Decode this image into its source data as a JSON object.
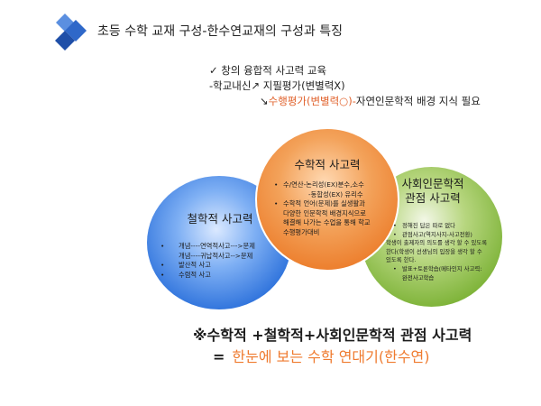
{
  "header": {
    "title": "초등 수학 교재 구성-한수연교재의 구성과 특징"
  },
  "notes": {
    "line1": "✓  창의 융합적 사고력 교육",
    "line2": "-학교내신↗  지필평가(변별력X)",
    "line3_prefix": "↘",
    "line3_highlight": "수행평가(변별력○)-",
    "line3_rest": "자연인문학적  배경 지식 필요"
  },
  "circles": {
    "math": {
      "title": "수학적 사고력",
      "items": [
        {
          "bullet": "•",
          "text": "수/연산-논리성(EX)분수,소수"
        },
        {
          "bullet": "",
          "text": "-동합성(EX) 유리수"
        },
        {
          "bullet": "•",
          "text": "수학적 언어(문제)를 실생활과"
        },
        {
          "bullet": "",
          "text": "다양한 인문학적 배경지식으로"
        },
        {
          "bullet": "",
          "text": "해결해 나가는 수업을 통해 학교"
        },
        {
          "bullet": "",
          "text": "수행평가대비"
        }
      ]
    },
    "philosophy": {
      "title": "철학적 사고력",
      "items": [
        {
          "bullet": "•",
          "text": "개념----연역적사고--->문제"
        },
        {
          "bullet": "",
          "text": "개념----귀납적사고-->문제"
        },
        {
          "bullet": "•",
          "text": "발산적 사고"
        },
        {
          "bullet": "•",
          "text": "수렴적 사고"
        }
      ]
    },
    "humanities": {
      "title_line1": "사회인문학적",
      "title_line2": "관점 사고력",
      "items": [
        {
          "bullet": "•",
          "text": "정해진 답은 따로 없다"
        },
        {
          "bullet": "•",
          "text": "관점사고(역지사지-사고전환)"
        },
        {
          "bullet": "",
          "text": "학생이 출제자의 의도를 생각 할 수 있도록"
        },
        {
          "bullet": "",
          "text": "한다(학생이 선생님의 입장을 생각 할 수"
        },
        {
          "bullet": "",
          "text": "있도록 한다."
        },
        {
          "bullet": "•",
          "text": "발표+토론학습(메타인지 사고력:"
        },
        {
          "bullet": "",
          "text": "완전사고학습"
        }
      ]
    }
  },
  "summary": {
    "line1": "※수학적 +철학적+사회인문학적 관점 사고력",
    "line2_eq": "=",
    "line2_text": "한눈에 보는 수학 연대기(한수연)"
  },
  "colors": {
    "accent_orange": "#ef7a2e",
    "logo_blue": "#2f68c9",
    "circle_blue": "#2f73dc",
    "circle_orange": "#ec7c2a",
    "circle_green": "#7fb43a"
  }
}
